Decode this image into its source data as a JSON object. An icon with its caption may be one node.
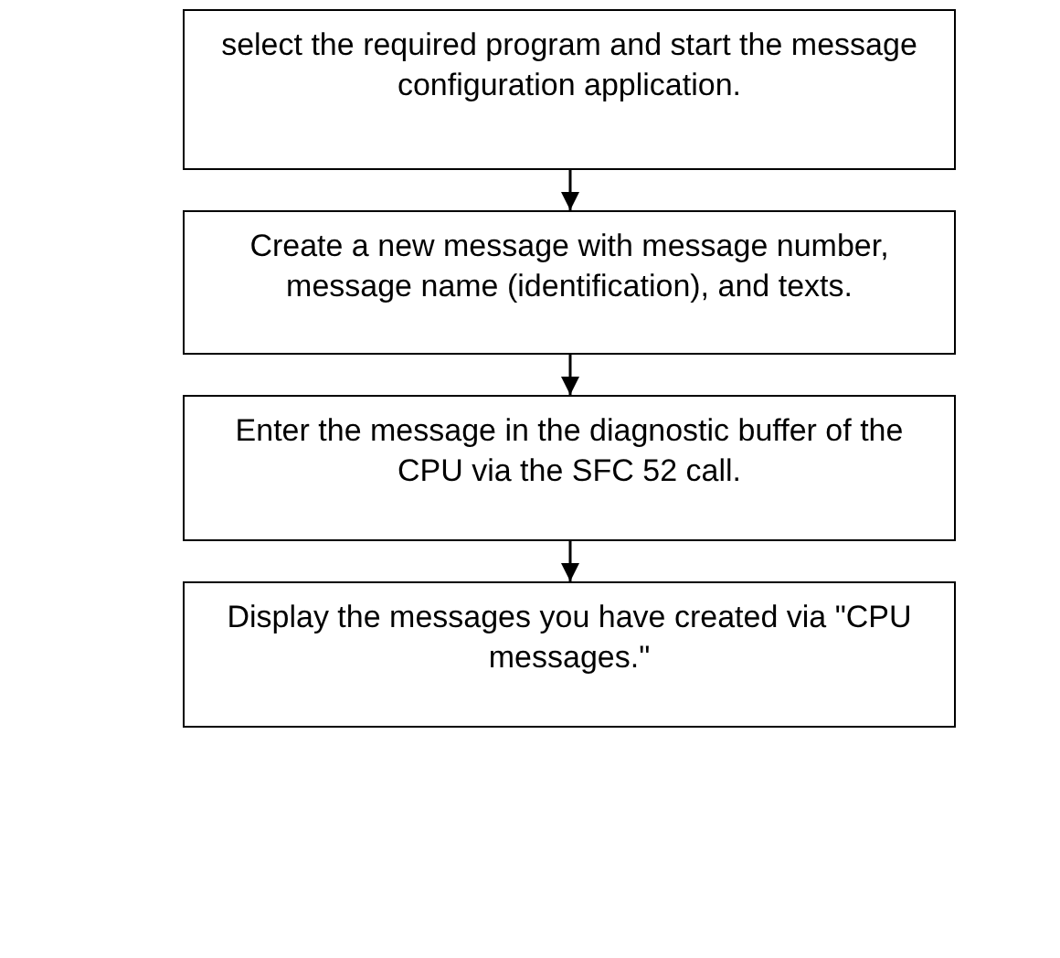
{
  "diagram": {
    "nodes": [
      {
        "text": [
          "select the required program and start the message configuration application."
        ]
      },
      {
        "text": [
          "Create a new message with message number, message name (identification), and texts."
        ]
      },
      {
        "text": [
          "Enter the message in the diagnostic buffer of the CPU via the SFC 52 call."
        ]
      },
      {
        "text": [
          "Display the messages you have created via \"CPU messages.\""
        ]
      }
    ],
    "edges": [
      {
        "from": 0,
        "to": 1,
        "arrow": "to"
      },
      {
        "from": 1,
        "to": 2,
        "arrow": "to"
      },
      {
        "from": 2,
        "to": 3,
        "arrow": "to"
      }
    ]
  }
}
